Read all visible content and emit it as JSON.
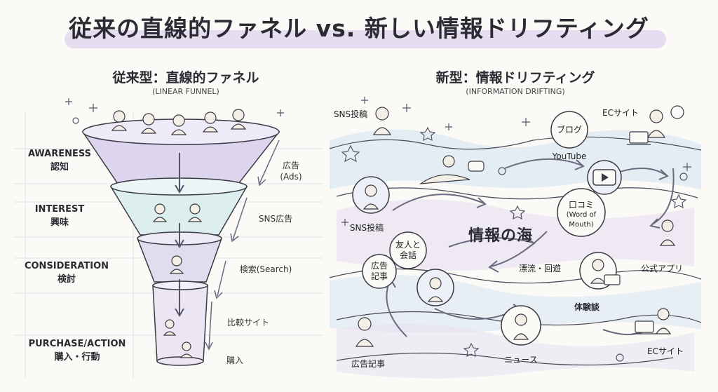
{
  "title": "従来の直線的ファネル vs. 新しい情報ドリフティング",
  "left_panel": {
    "title": "従来型：直線的ファネル",
    "subtitle": "(LINEAR FUNNEL)",
    "stages": [
      {
        "en": "AWARENESS",
        "ja": "認知"
      },
      {
        "en": "INTEREST",
        "ja": "興味"
      },
      {
        "en": "CONSIDERATION",
        "ja": "検討"
      },
      {
        "en": "PURCHASE/ACTION",
        "ja": "購入・行動"
      }
    ],
    "side_labels": [
      {
        "main": "広告",
        "sub": "(Ads)"
      },
      {
        "main": "SNS広告"
      },
      {
        "main": "検索(Search)"
      },
      {
        "main": "比較サイト"
      },
      {
        "main": "購入"
      }
    ]
  },
  "right_panel": {
    "title": "新型：情報ドリフティング",
    "subtitle": "(INFORMATION DRIFTING)",
    "center": "情報の海",
    "labels": {
      "sns_top": "SNS投稿",
      "blog": "ブログ",
      "youtube": "YouTube",
      "ec_top": "ECサイト",
      "sns_mid": "SNS投稿",
      "friends_1": "友人と",
      "friends_2": "会話",
      "ad_article_1": "広告",
      "ad_article_2": "記事",
      "kuchikomi": "口コミ",
      "wom_1": "(Word of",
      "wom_2": "Mouth)",
      "drift": "漂流・回遊",
      "official_app": "公式アプリ",
      "experience": "体験談",
      "ad_article_bottom": "広告記事",
      "news": "ニュース",
      "ec_bottom": "ECサイト"
    }
  },
  "colors": {
    "lavender": "#e6def0",
    "teal": "#dff0ee",
    "ink": "#2b2b33",
    "sea": "#dce8f1"
  }
}
